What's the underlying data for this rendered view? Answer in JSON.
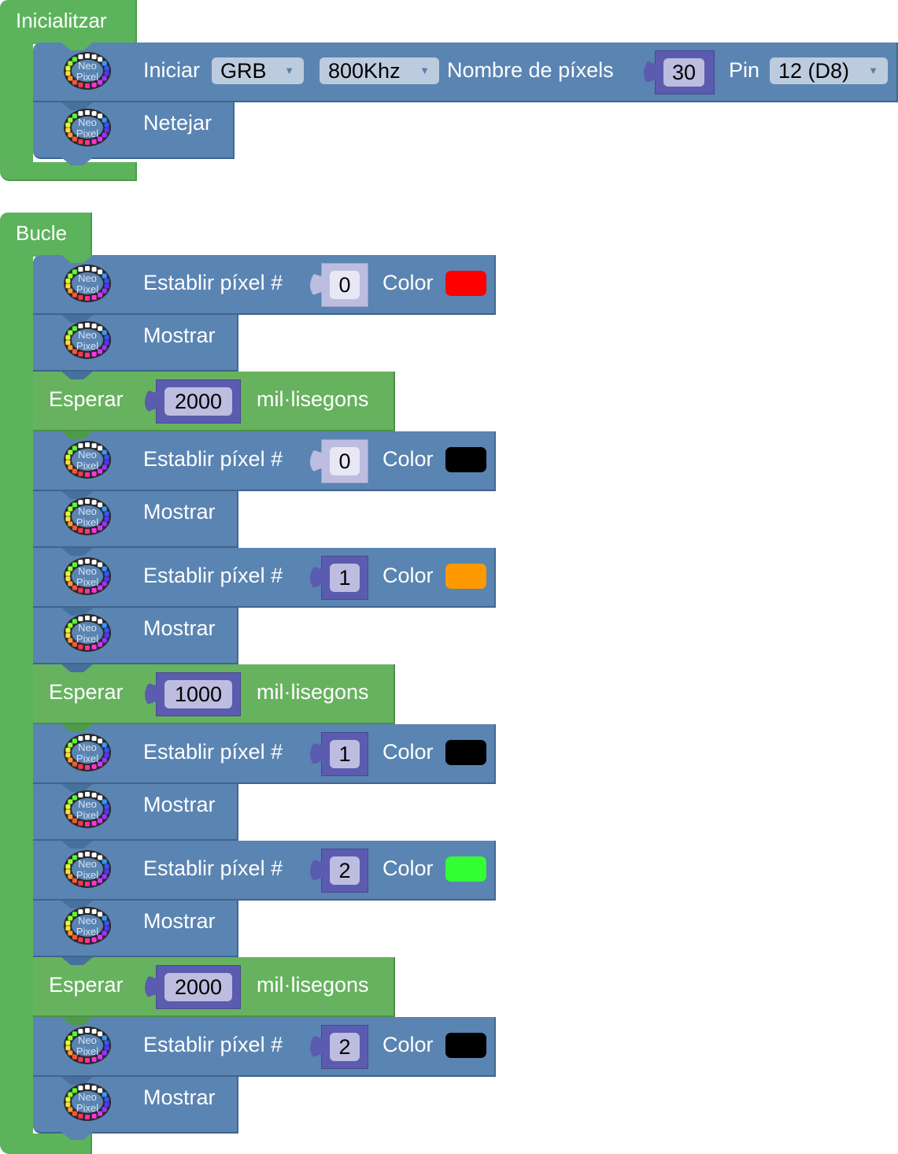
{
  "init": {
    "hat_label": "Inicialitzar",
    "begin": {
      "label": "Iniciar",
      "order_dropdown": "GRB",
      "freq_dropdown": "800Khz",
      "count_label": "Nombre de píxels",
      "count_value": "30",
      "pin_label": "Pin",
      "pin_dropdown": "12 (D8)"
    },
    "clear": {
      "label": "Netejar"
    }
  },
  "loop": {
    "hat_label": "Bucle",
    "blocks": [
      {
        "type": "set_pixel",
        "label": "Establir píxel #",
        "index": "0",
        "color_label": "Color",
        "color": "#ff0000",
        "index_style": "light"
      },
      {
        "type": "show",
        "label": "Mostrar"
      },
      {
        "type": "wait",
        "label": "Esperar",
        "value": "2000",
        "unit": "mil·lisegons"
      },
      {
        "type": "set_pixel",
        "label": "Establir píxel #",
        "index": "0",
        "color_label": "Color",
        "color": "#000000",
        "index_style": "light"
      },
      {
        "type": "show",
        "label": "Mostrar"
      },
      {
        "type": "set_pixel",
        "label": "Establir píxel #",
        "index": "1",
        "color_label": "Color",
        "color": "#ff9900",
        "index_style": "dark"
      },
      {
        "type": "show",
        "label": "Mostrar"
      },
      {
        "type": "wait",
        "label": "Esperar",
        "value": "1000",
        "unit": "mil·lisegons"
      },
      {
        "type": "set_pixel",
        "label": "Establir píxel #",
        "index": "1",
        "color_label": "Color",
        "color": "#000000",
        "index_style": "dark"
      },
      {
        "type": "show",
        "label": "Mostrar"
      },
      {
        "type": "set_pixel",
        "label": "Establir píxel #",
        "index": "2",
        "color_label": "Color",
        "color": "#33ff33",
        "index_style": "dark"
      },
      {
        "type": "show",
        "label": "Mostrar"
      },
      {
        "type": "wait",
        "label": "Esperar",
        "value": "2000",
        "unit": "mil·lisegons"
      },
      {
        "type": "set_pixel",
        "label": "Establir píxel #",
        "index": "2",
        "color_label": "Color",
        "color": "#000000",
        "index_style": "dark"
      },
      {
        "type": "show",
        "label": "Mostrar"
      }
    ]
  },
  "icons": {
    "neopixel": {
      "name": "neopixel-icon",
      "text_top": "Neo",
      "text_bottom": "Pixel"
    },
    "dropdown_arrow": "▼"
  },
  "colors": {
    "hat_green": "#5cb35c",
    "neopixel_blue": "#5a84b2",
    "wait_green": "#67b25f",
    "number_purple": "#5b5bb0"
  }
}
